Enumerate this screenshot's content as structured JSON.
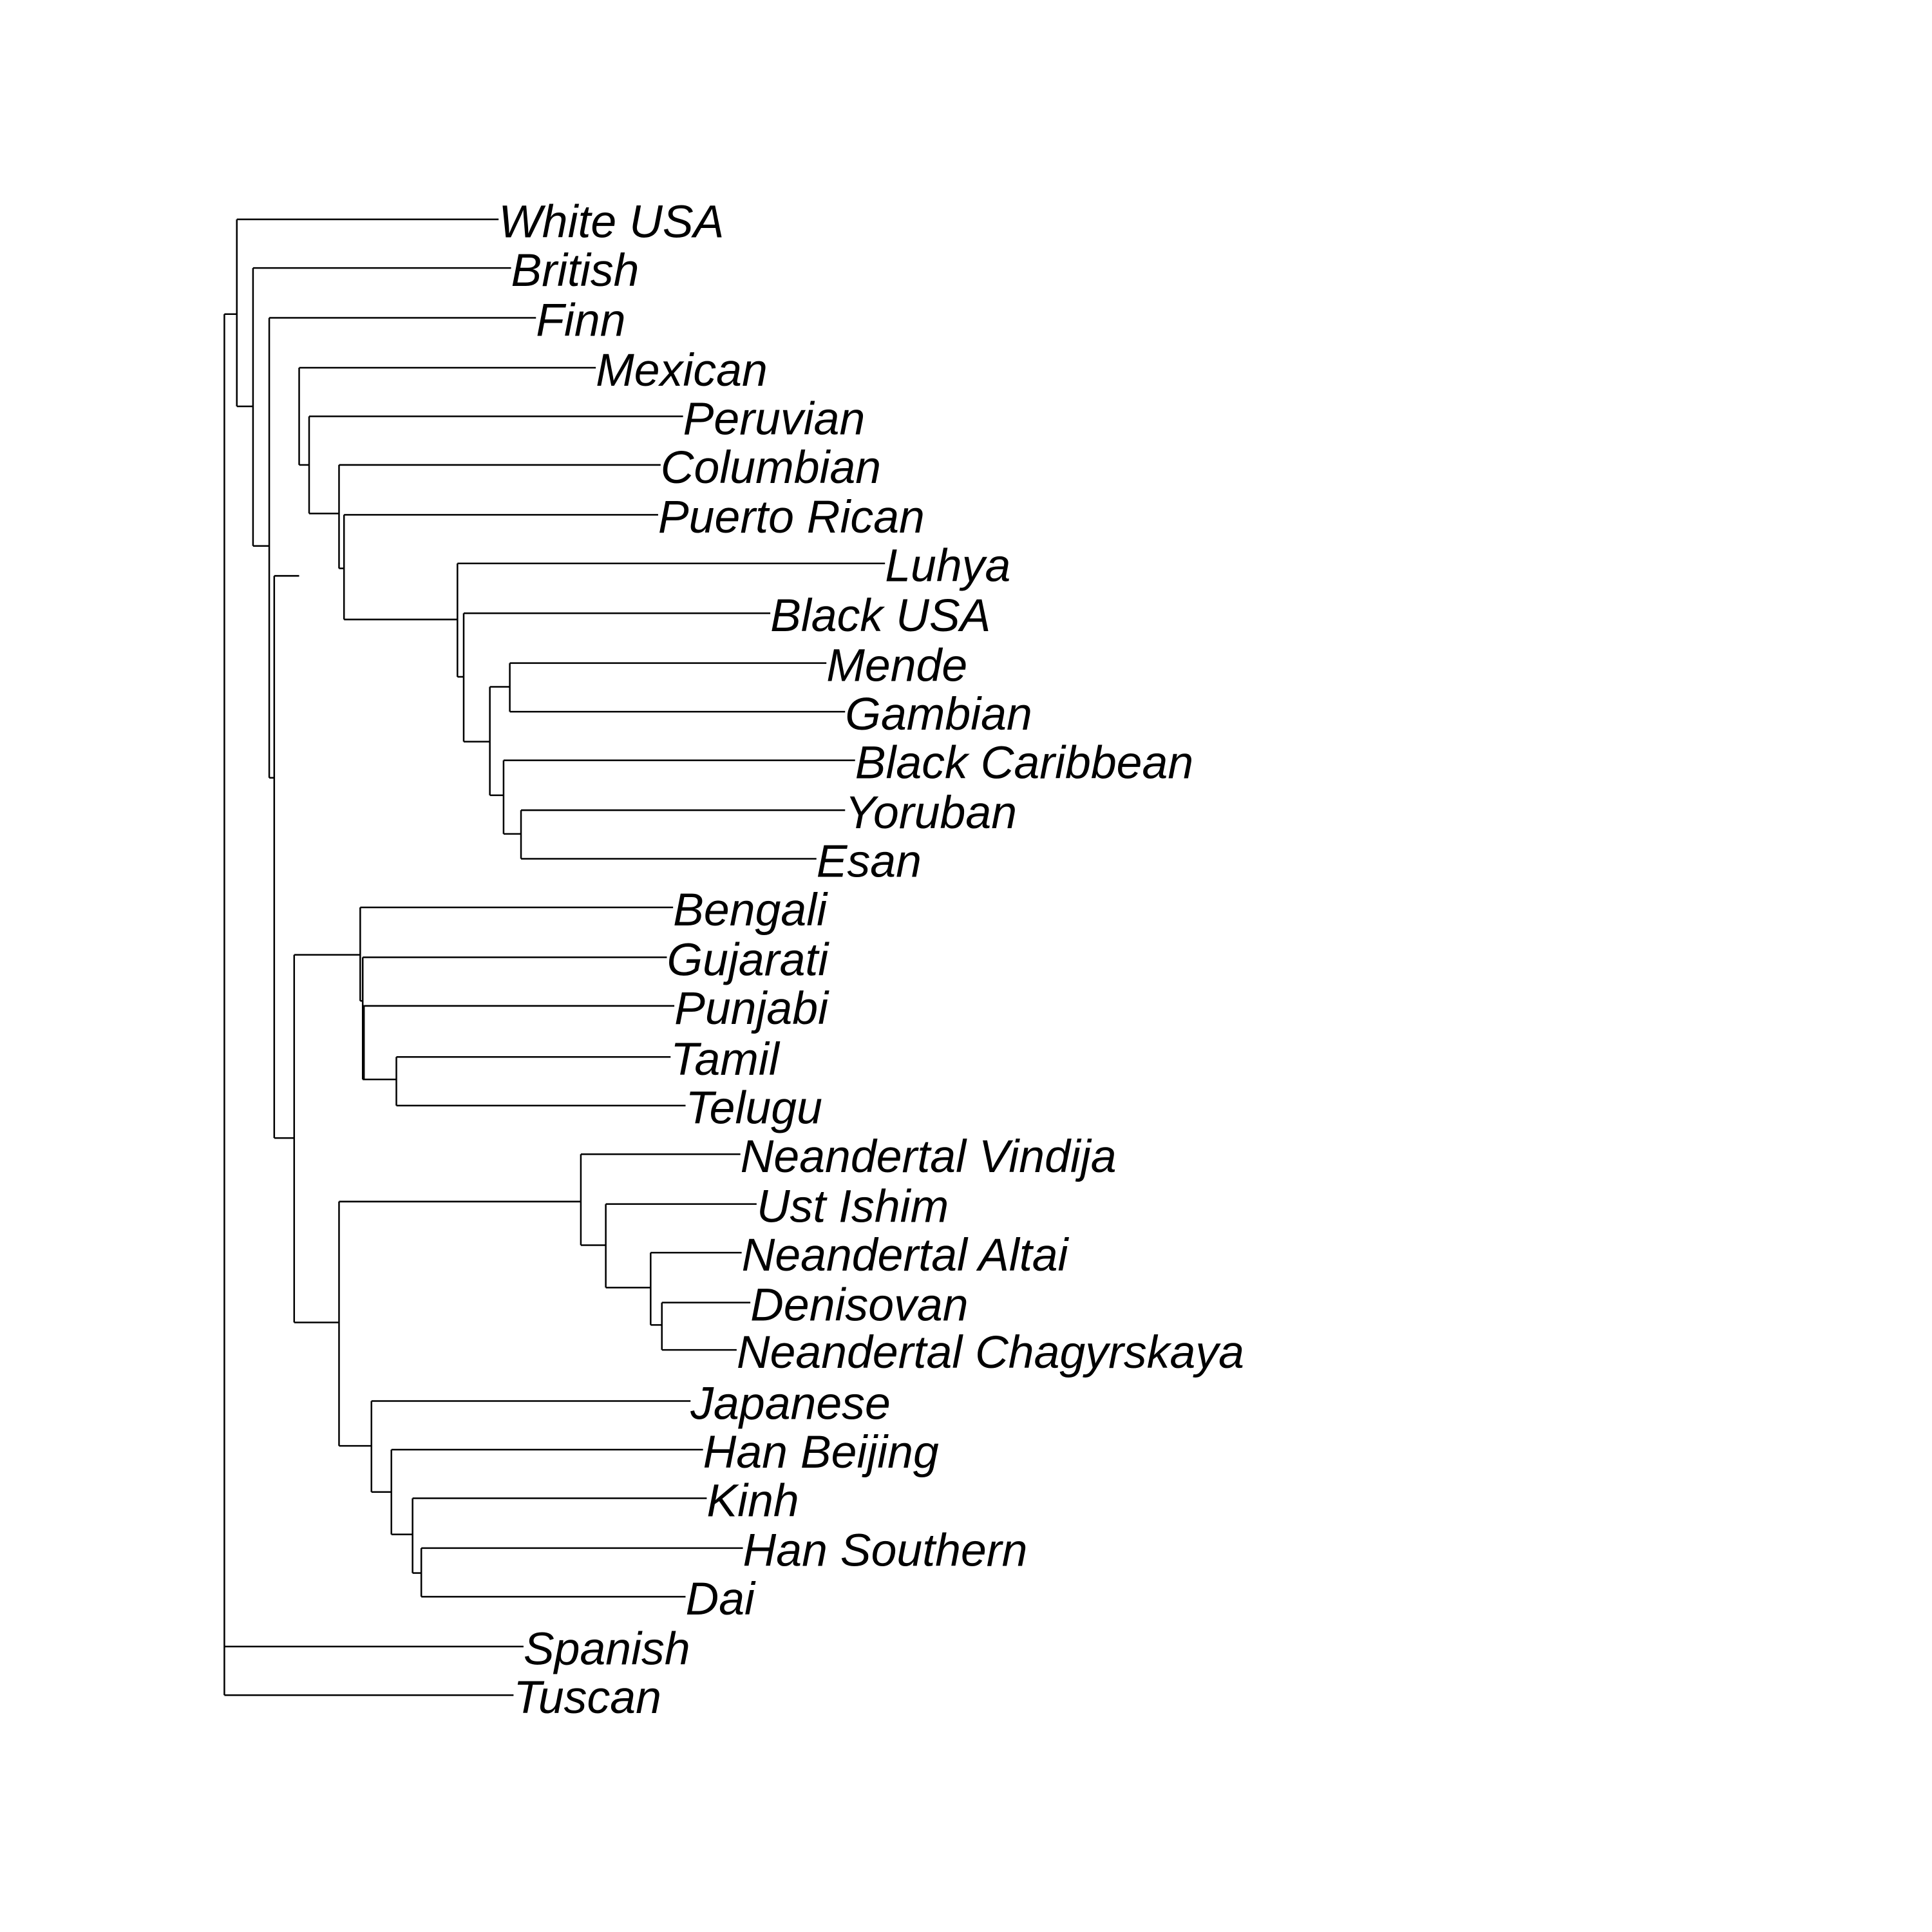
{
  "diagram": {
    "type": "dendrogram",
    "leaves": [
      "White USA",
      "British",
      "Finn",
      "Mexican",
      "Peruvian",
      "Columbian",
      "Puerto Rican",
      "Luhya",
      "Black USA",
      "Mende",
      "Gambian",
      "Black Caribbean",
      "Yoruban",
      "Esan",
      "Bengali",
      "Gujarati",
      "Punjabi",
      "Tamil",
      "Telugu",
      "Neandertal Vindija",
      "Ust Ishim",
      "Neandertal Altai",
      "Denisovan",
      "Neandertal Chagyrskaya",
      "Japanese",
      "Han Beijing",
      "Kinh",
      "Han Southern",
      "Dai",
      "Spanish",
      "Tuscan"
    ],
    "line_color": "#000000"
  }
}
